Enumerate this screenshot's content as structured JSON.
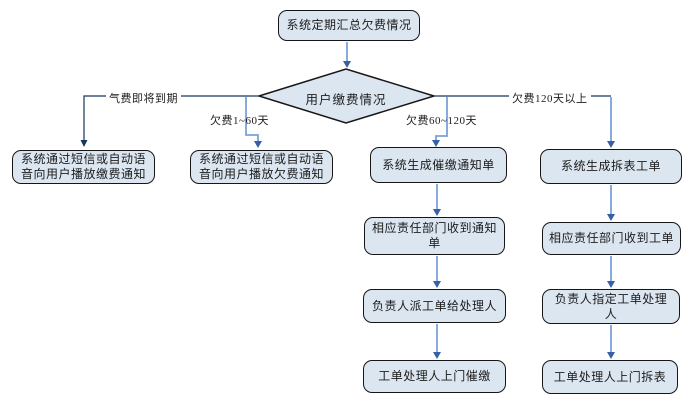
{
  "flowchart": {
    "start": {
      "label": "系统定期汇总欠费情况"
    },
    "decision": {
      "label": "用户缴费情况"
    },
    "branches": [
      {
        "condition": "气费即将到期",
        "steps": [
          "系统通过短信或自动语音向用户播放缴费通知"
        ]
      },
      {
        "condition": "欠费1~60天",
        "steps": [
          "系统通过短信或自动语音向用户播放欠费通知"
        ]
      },
      {
        "condition": "欠费60~120天",
        "steps": [
          "系统生成催缴通知单",
          "相应责任部门收到通知单",
          "负责人派工单给处理人",
          "工单处理人上门催缴"
        ]
      },
      {
        "condition": "欠费120天以上",
        "steps": [
          "系统生成拆表工单",
          "相应责任部门收到工单",
          "负责人指定工单处理人",
          "工单处理人上门拆表"
        ]
      }
    ],
    "colors": {
      "node_fill": "#dce6f1",
      "node_border": "#161616",
      "rail": "#17365d",
      "connector": "#7aa2d8",
      "arrowhead": "#3560a8",
      "text": "#1c1c1c"
    }
  }
}
